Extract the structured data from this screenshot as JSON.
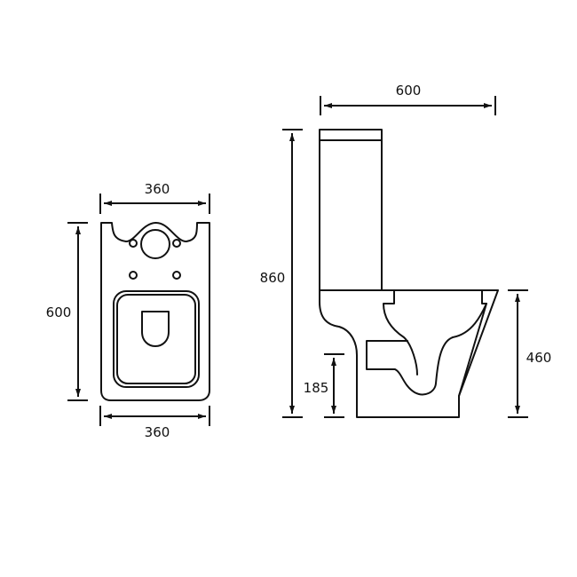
{
  "diagram": {
    "subject": "Close-coupled toilet technical drawing",
    "views": [
      {
        "name": "top-view",
        "dimensions": {
          "top_width": "360",
          "depth": "600",
          "bottom_width": "360"
        }
      },
      {
        "name": "side-view",
        "dimensions": {
          "overall_projection": "600",
          "overall_height": "860",
          "waste_outlet_height": "185",
          "pan_height": "460"
        }
      }
    ],
    "colors": {
      "line": "#111111",
      "background": "#ffffff"
    }
  }
}
